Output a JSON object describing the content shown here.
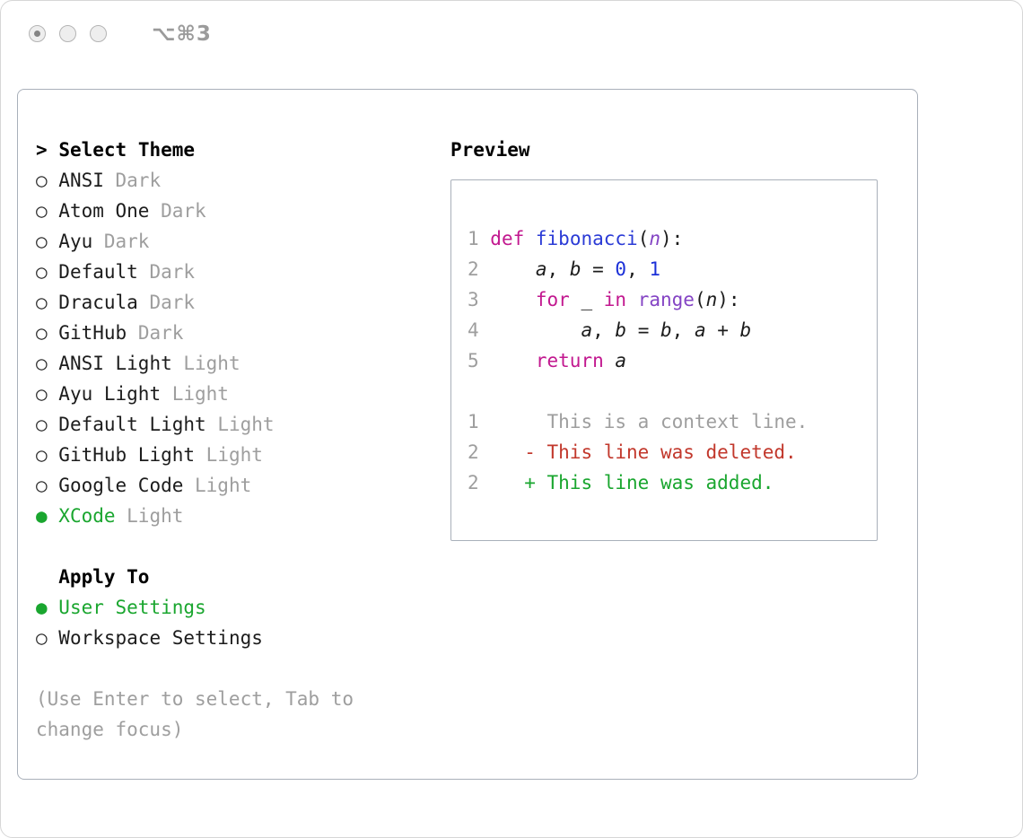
{
  "window": {
    "shortcut": "⌥⌘3"
  },
  "theme_selector": {
    "title_prefix": ">",
    "title": "Select Theme",
    "items": [
      {
        "name": "ANSI",
        "variant": "Dark",
        "selected": false
      },
      {
        "name": "Atom One",
        "variant": "Dark",
        "selected": false
      },
      {
        "name": "Ayu",
        "variant": "Dark",
        "selected": false
      },
      {
        "name": "Default",
        "variant": "Dark",
        "selected": false
      },
      {
        "name": "Dracula",
        "variant": "Dark",
        "selected": false
      },
      {
        "name": "GitHub",
        "variant": "Dark",
        "selected": false
      },
      {
        "name": "ANSI Light",
        "variant": "Light",
        "selected": false
      },
      {
        "name": "Ayu Light",
        "variant": "Light",
        "selected": false
      },
      {
        "name": "Default Light",
        "variant": "Light",
        "selected": false
      },
      {
        "name": "GitHub Light",
        "variant": "Light",
        "selected": false
      },
      {
        "name": "Google Code",
        "variant": "Light",
        "selected": false
      },
      {
        "name": "XCode",
        "variant": "Light",
        "selected": true
      }
    ]
  },
  "apply_to": {
    "title": "Apply To",
    "options": [
      {
        "label": "User Settings",
        "selected": true
      },
      {
        "label": "Workspace Settings",
        "selected": false
      }
    ]
  },
  "hint": "(Use Enter to select, Tab to change focus)",
  "preview": {
    "title": "Preview",
    "code_lines": [
      {
        "num": "1",
        "tokens": [
          {
            "t": "def",
            "c": "kw"
          },
          {
            "t": " "
          },
          {
            "t": "fibonacci",
            "c": "fn"
          },
          {
            "t": "("
          },
          {
            "t": "n",
            "c": "param",
            "i": true
          },
          {
            "t": "):"
          }
        ]
      },
      {
        "num": "2",
        "tokens": [
          {
            "t": "    "
          },
          {
            "t": "a",
            "i": true
          },
          {
            "t": ", "
          },
          {
            "t": "b",
            "i": true
          },
          {
            "t": " = "
          },
          {
            "t": "0",
            "c": "num"
          },
          {
            "t": ", "
          },
          {
            "t": "1",
            "c": "num"
          }
        ]
      },
      {
        "num": "3",
        "tokens": [
          {
            "t": "    "
          },
          {
            "t": "for",
            "c": "kw"
          },
          {
            "t": " "
          },
          {
            "t": "_",
            "i": true
          },
          {
            "t": " "
          },
          {
            "t": "in",
            "c": "kw"
          },
          {
            "t": " "
          },
          {
            "t": "range",
            "c": "type"
          },
          {
            "t": "("
          },
          {
            "t": "n",
            "i": true
          },
          {
            "t": "):"
          }
        ]
      },
      {
        "num": "4",
        "tokens": [
          {
            "t": "        "
          },
          {
            "t": "a",
            "i": true
          },
          {
            "t": ", "
          },
          {
            "t": "b",
            "i": true
          },
          {
            "t": " = "
          },
          {
            "t": "b",
            "i": true
          },
          {
            "t": ", "
          },
          {
            "t": "a",
            "i": true
          },
          {
            "t": " + "
          },
          {
            "t": "b",
            "i": true
          }
        ]
      },
      {
        "num": "5",
        "tokens": [
          {
            "t": "    "
          },
          {
            "t": "return",
            "c": "kw"
          },
          {
            "t": " "
          },
          {
            "t": "a",
            "i": true
          }
        ]
      }
    ],
    "diff_lines": [
      {
        "num": "1",
        "kind": "context",
        "text": "     This is a context line."
      },
      {
        "num": "2",
        "kind": "deleted",
        "text": "   - This line was deleted."
      },
      {
        "num": "2",
        "kind": "added",
        "text": "   + This line was added."
      }
    ]
  },
  "colors": {
    "accent_green": "#1aa62f",
    "diff_red": "#c2382c",
    "muted_gray": "#9e9e9e",
    "keyword_magenta": "#c2188f",
    "function_blue": "#2b3bd6",
    "number_blue": "#1b30d8",
    "type_purple": "#8444c4"
  }
}
